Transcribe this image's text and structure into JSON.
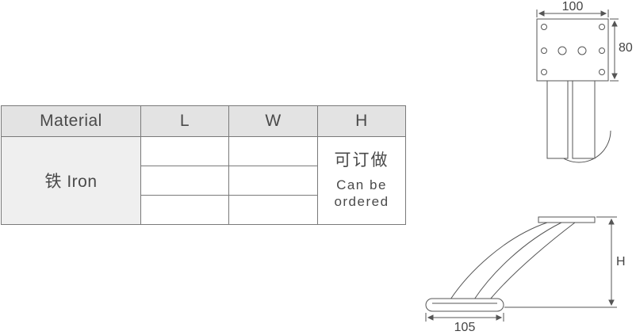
{
  "table": {
    "headers": [
      "Material",
      "L",
      "W",
      "H"
    ],
    "material": "铁 Iron",
    "h_note_cn": "可订做",
    "h_note_en_line1": "Can be",
    "h_note_en_line2": "ordered"
  },
  "dimensions": {
    "plate_width": "100",
    "plate_height": "80",
    "leg_height": "H",
    "base_length": "105"
  },
  "colors": {
    "line": "#555555",
    "header_bg": "#e3e3e3",
    "material_bg": "#efefef"
  }
}
